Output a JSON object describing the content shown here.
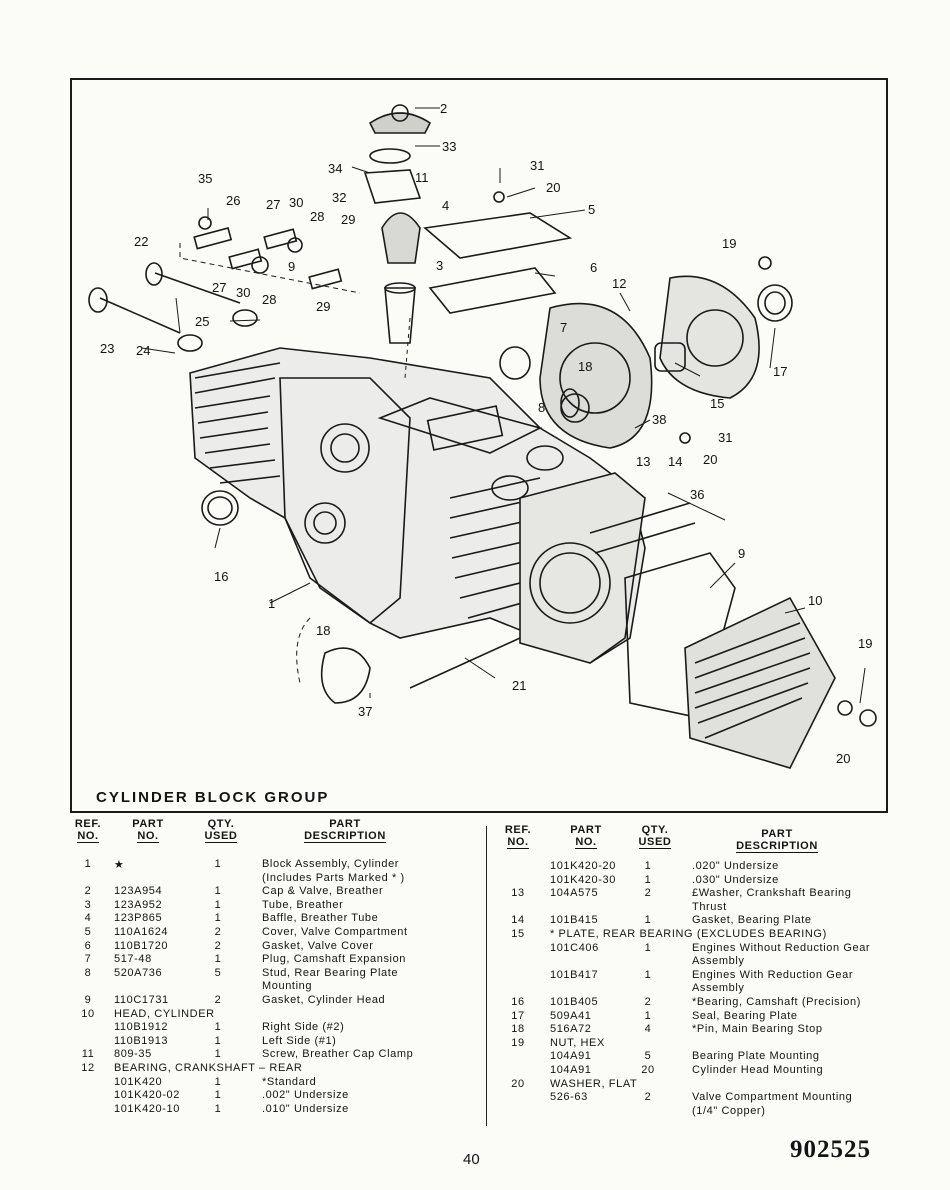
{
  "diagram": {
    "title": "CYLINDER BLOCK GROUP",
    "callouts": [
      "2",
      "33",
      "34",
      "31",
      "11",
      "35",
      "26",
      "27",
      "30",
      "28",
      "29",
      "32",
      "20",
      "4",
      "5",
      "22",
      "3",
      "6",
      "19",
      "12",
      "27",
      "30",
      "9",
      "28",
      "29",
      "25",
      "7",
      "17",
      "23",
      "24",
      "18",
      "15",
      "8",
      "38",
      "31",
      "13",
      "14",
      "20",
      "36",
      "16",
      "1",
      "9",
      "10",
      "18",
      "19",
      "37",
      "21",
      "20"
    ]
  },
  "table": {
    "headers": {
      "ref": [
        "REF.",
        "NO."
      ],
      "part": [
        "PART",
        "NO."
      ],
      "qty": [
        "QTY.",
        "USED"
      ],
      "desc": [
        "PART",
        "DESCRIPTION"
      ]
    },
    "left_rows": [
      {
        "ref": "1",
        "pn": "★",
        "qty": "1",
        "desc": "Block Assembly, Cylinder"
      },
      {
        "ref": "",
        "pn": "",
        "qty": "",
        "desc": "(Includes Parts Marked * )"
      },
      {
        "ref": "2",
        "pn": "123A954",
        "qty": "1",
        "desc": "Cap & Valve, Breather"
      },
      {
        "ref": "3",
        "pn": "123A952",
        "qty": "1",
        "desc": "Tube, Breather"
      },
      {
        "ref": "4",
        "pn": "123P865",
        "qty": "1",
        "desc": "Baffle, Breather Tube"
      },
      {
        "ref": "5",
        "pn": "110A1624",
        "qty": "2",
        "desc": "Cover, Valve Compartment"
      },
      {
        "ref": "6",
        "pn": "110B1720",
        "qty": "2",
        "desc": "Gasket, Valve Cover"
      },
      {
        "ref": "7",
        "pn": "517-48",
        "qty": "1",
        "desc": "Plug, Camshaft Expansion"
      },
      {
        "ref": "8",
        "pn": "520A736",
        "qty": "5",
        "desc": "Stud, Rear Bearing Plate"
      },
      {
        "ref": "",
        "pn": "",
        "qty": "",
        "desc": "Mounting"
      },
      {
        "ref": "9",
        "pn": "110C1731",
        "qty": "2",
        "desc": "Gasket, Cylinder Head"
      },
      {
        "ref": "10",
        "pn": "HEAD, CYLINDER",
        "qty": "",
        "desc": ""
      },
      {
        "ref": "",
        "pn": "110B1912",
        "qty": "1",
        "desc": "Right Side (#2)"
      },
      {
        "ref": "",
        "pn": "110B1913",
        "qty": "1",
        "desc": "Left Side (#1)"
      },
      {
        "ref": "11",
        "pn": "809-35",
        "qty": "1",
        "desc": "Screw, Breather Cap Clamp"
      },
      {
        "ref": "12",
        "pn": "BEARING, CRANKSHAFT – REAR",
        "qty": "",
        "desc": ""
      },
      {
        "ref": "",
        "pn": "101K420",
        "qty": "1",
        "desc": "*Standard"
      },
      {
        "ref": "",
        "pn": "101K420-02",
        "qty": "1",
        "desc": ".002\" Undersize"
      },
      {
        "ref": "",
        "pn": "101K420-10",
        "qty": "1",
        "desc": ".010\" Undersize"
      }
    ],
    "right_rows": [
      {
        "ref": "",
        "pn": "101K420-20",
        "qty": "1",
        "desc": ".020\" Undersize"
      },
      {
        "ref": "",
        "pn": "101K420-30",
        "qty": "1",
        "desc": ".030\" Undersize"
      },
      {
        "ref": "13",
        "pn": "104A575",
        "qty": "2",
        "desc": "£Washer, Crankshaft Bearing"
      },
      {
        "ref": "",
        "pn": "",
        "qty": "",
        "desc": "Thrust"
      },
      {
        "ref": "14",
        "pn": "101B415",
        "qty": "1",
        "desc": "Gasket, Bearing Plate"
      },
      {
        "ref": "15",
        "pn": "* PLATE, REAR BEARING (EXCLUDES BEARING)",
        "qty": "",
        "desc": ""
      },
      {
        "ref": "",
        "pn": "101C406",
        "qty": "1",
        "desc": "Engines Without Reduction Gear"
      },
      {
        "ref": "",
        "pn": "",
        "qty": "",
        "desc": "Assembly"
      },
      {
        "ref": "",
        "pn": "101B417",
        "qty": "1",
        "desc": "Engines With Reduction Gear"
      },
      {
        "ref": "",
        "pn": "",
        "qty": "",
        "desc": "Assembly"
      },
      {
        "ref": "16",
        "pn": "101B405",
        "qty": "2",
        "desc": "*Bearing, Camshaft (Precision)"
      },
      {
        "ref": "17",
        "pn": "509A41",
        "qty": "1",
        "desc": "Seal, Bearing Plate"
      },
      {
        "ref": "18",
        "pn": "516A72",
        "qty": "4",
        "desc": "*Pin, Main Bearing Stop"
      },
      {
        "ref": "19",
        "pn": "NUT, HEX",
        "qty": "",
        "desc": ""
      },
      {
        "ref": "",
        "pn": "104A91",
        "qty": "5",
        "desc": "Bearing Plate Mounting"
      },
      {
        "ref": "",
        "pn": "104A91",
        "qty": "20",
        "desc": "Cylinder Head Mounting"
      },
      {
        "ref": "20",
        "pn": "WASHER, FLAT",
        "qty": "",
        "desc": ""
      },
      {
        "ref": "",
        "pn": "526-63",
        "qty": "2",
        "desc": "Valve Compartment Mounting"
      },
      {
        "ref": "",
        "pn": "",
        "qty": "",
        "desc": "(1/4\" Copper)"
      }
    ]
  },
  "footer": {
    "page_number": "40",
    "document_code": "902525"
  }
}
